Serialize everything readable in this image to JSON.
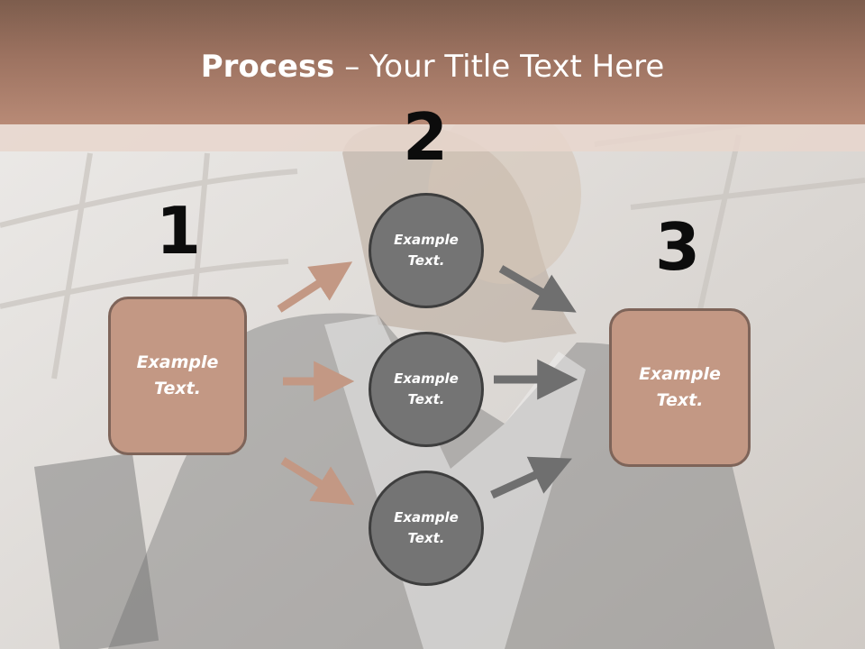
{
  "title": {
    "bold": "Process",
    "rest": " – Your Title Text Here"
  },
  "steps": {
    "one": "1",
    "two": "2",
    "three": "3"
  },
  "left_box": {
    "line1": "Example",
    "line2": "Text."
  },
  "right_box": {
    "line1": "Example",
    "line2": "Text."
  },
  "circles": [
    {
      "line1": "Example",
      "line2": "Text."
    },
    {
      "line1": "Example",
      "line2": "Text."
    },
    {
      "line1": "Example",
      "line2": "Text."
    }
  ],
  "colors": {
    "header": "#9c7260",
    "box": "#c39884",
    "circle": "#747474",
    "arrow_tan": "#c39884",
    "arrow_gray": "#6f6f6f"
  }
}
